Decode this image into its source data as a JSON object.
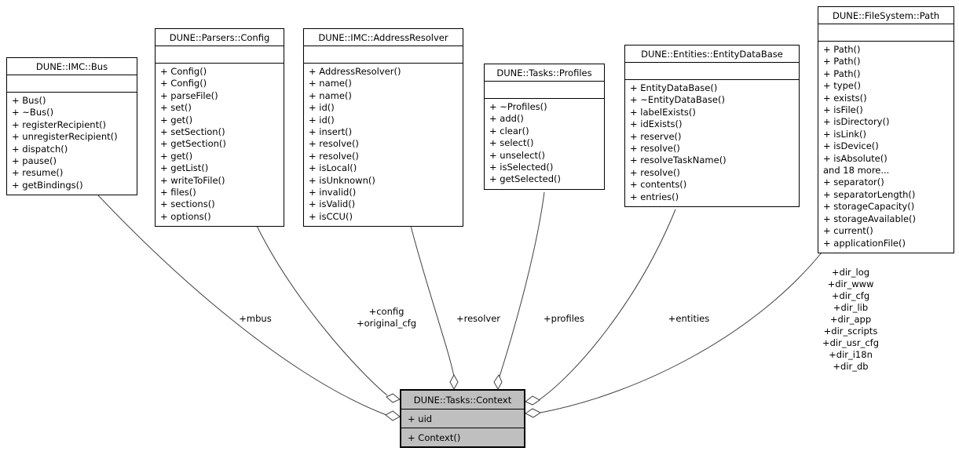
{
  "diagram": {
    "type": "uml-collaboration-graph",
    "background_color": "#ffffff",
    "node_fill": "#ffffff",
    "focus_node_fill": "#bfbfbf",
    "border_color": "#000000",
    "edge_color": "#404040",
    "aggregation_diamond": "open-white"
  },
  "classes": [
    {
      "title": "DUNE::IMC::Bus",
      "members": [
        "+ Bus()",
        "+ ~Bus()",
        "+ registerRecipient()",
        "+ unregisterRecipient()",
        "+ dispatch()",
        "+ pause()",
        "+ resume()",
        "+ getBindings()"
      ]
    },
    {
      "title": "DUNE::Parsers::Config",
      "members": [
        "+ Config()",
        "+ Config()",
        "+ parseFile()",
        "+ set()",
        "+ get()",
        "+ setSection()",
        "+ getSection()",
        "+ get()",
        "+ getList()",
        "+ writeToFile()",
        "+ files()",
        "+ sections()",
        "+ options()"
      ]
    },
    {
      "title": "DUNE::IMC::AddressResolver",
      "members": [
        "+ AddressResolver()",
        "+ name()",
        "+ name()",
        "+ id()",
        "+ id()",
        "+ insert()",
        "+ resolve()",
        "+ resolve()",
        "+ isLocal()",
        "+ isUnknown()",
        "+ invalid()",
        "+ isValid()",
        "+ isCCU()"
      ]
    },
    {
      "title": "DUNE::Tasks::Profiles",
      "members": [
        "+ ~Profiles()",
        "+ add()",
        "+ clear()",
        "+ select()",
        "+ unselect()",
        "+ isSelected()",
        "+ getSelected()"
      ]
    },
    {
      "title": "DUNE::Entities::EntityDataBase",
      "members": [
        "+ EntityDataBase()",
        "+ ~EntityDataBase()",
        "+ labelExists()",
        "+ idExists()",
        "+ reserve()",
        "+ resolve()",
        "+ resolveTaskName()",
        "+ resolve()",
        "+ contents()",
        "+ entries()"
      ]
    },
    {
      "title": "DUNE::FileSystem::Path",
      "members": [
        "+ Path()",
        "+ Path()",
        "+ Path()",
        "+ type()",
        "+ exists()",
        "+ isFile()",
        "+ isDirectory()",
        "+ isLink()",
        "+ isDevice()",
        "+ isAbsolute()",
        "and 18 more...",
        "+ separator()",
        "+ separatorLength()",
        "+ storageCapacity()",
        "+ storageAvailable()",
        "+ current()",
        "+ applicationFile()"
      ]
    }
  ],
  "context_class": {
    "title": "DUNE::Tasks::Context",
    "attributes": [
      "+ uid"
    ],
    "methods": [
      "+ Context()"
    ]
  },
  "edge_labels": [
    {
      "edge": "bus-to-context",
      "lines": [
        "+mbus"
      ]
    },
    {
      "edge": "config-to-context",
      "lines": [
        "+config",
        "+original_cfg"
      ]
    },
    {
      "edge": "addressresolver-to-context",
      "lines": [
        "+resolver"
      ]
    },
    {
      "edge": "profiles-to-context",
      "lines": [
        "+profiles"
      ]
    },
    {
      "edge": "entitydatabase-to-context",
      "lines": [
        "+entities"
      ]
    },
    {
      "edge": "path-to-context",
      "lines": [
        "+dir_log",
        "+dir_www",
        "+dir_cfg",
        "+dir_lib",
        "+dir_app",
        "+dir_scripts",
        "+dir_usr_cfg",
        "+dir_i18n",
        "+dir_db"
      ]
    }
  ]
}
